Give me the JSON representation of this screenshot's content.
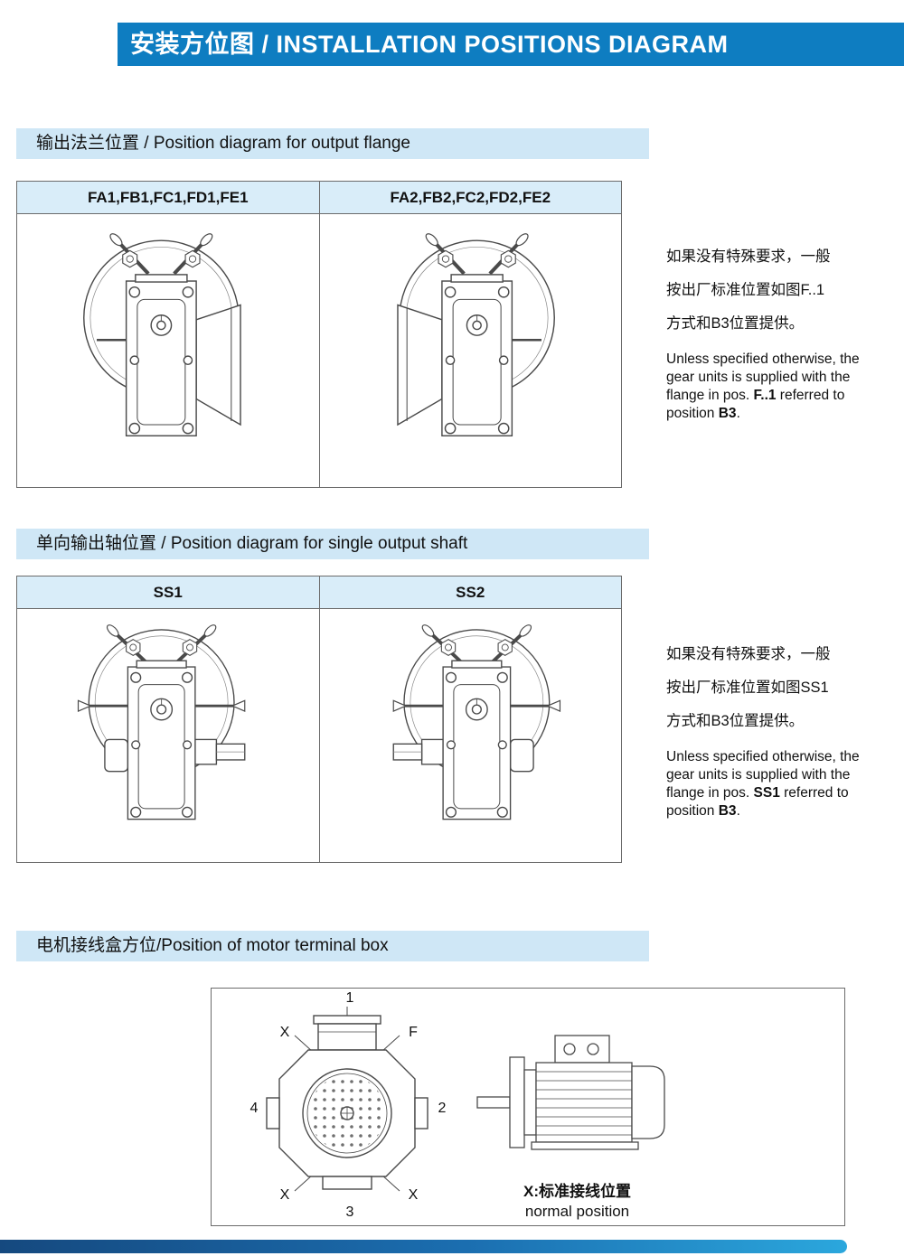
{
  "colors": {
    "header_blue": "#0e7dc1",
    "section_heading_bg": "#cfe7f6",
    "table_header_bg": "#d9edf9",
    "footer_gradient_left": "#15497f",
    "footer_gradient_right": "#2ba7dd"
  },
  "header": {
    "title": "安装方位图 / INSTALLATION POSITIONS DIAGRAM"
  },
  "flange_section": {
    "heading": "输出法兰位置 / Position diagram for output flange",
    "columns": [
      "FA1,FB1,FC1,FD1,FE1",
      "FA2,FB2,FC2,FD2,FE2"
    ],
    "note_zh": [
      "如果没有特殊要求，一般",
      "按出厂标准位置如图F..1",
      "方式和B3位置提供。"
    ],
    "note_en": {
      "pre": "Unless specified otherwise, the gear units is supplied with the flange in pos. ",
      "bold1": "F..1",
      "mid": " referred to position ",
      "bold2": "B3",
      "end": "."
    }
  },
  "shaft_section": {
    "heading": "单向输出轴位置 / Position diagram for single output shaft",
    "columns": [
      "SS1",
      "SS2"
    ],
    "note_zh": [
      "如果没有特殊要求，一般",
      "按出厂标准位置如图SS1",
      "方式和B3位置提供。"
    ],
    "note_en": {
      "pre": "Unless specified otherwise, the gear units is supplied with the flange in pos. ",
      "bold1": "SS1",
      "mid": " referred to position ",
      "bold2": "B3",
      "end": "."
    }
  },
  "terminal_section": {
    "heading": "电机接线盒方位/Position of motor terminal box",
    "labels": {
      "pos1": "1",
      "pos2": "2",
      "pos3": "3",
      "pos4": "4",
      "f": "F",
      "x_top": "X",
      "x_bottom_left": "X",
      "x_bottom_right": "X"
    },
    "caption_line1": "X:标准接线位置",
    "caption_line2": "normal position"
  }
}
